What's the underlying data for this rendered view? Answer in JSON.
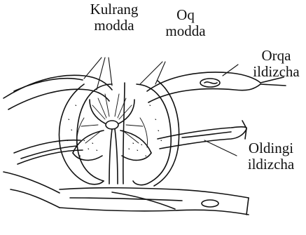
{
  "labels": {
    "kulrang_line1": "Kulrang",
    "kulrang_line2": "modda",
    "oq_line1": "Oq",
    "oq_line2": "modda",
    "orqa_line1": "Orqa",
    "orqa_line2": "ildizcha",
    "oldingi_line1": "Oldingi",
    "oldingi_line2": "ildizcha"
  },
  "colors": {
    "ink": "#111111",
    "background": "#ffffff"
  }
}
